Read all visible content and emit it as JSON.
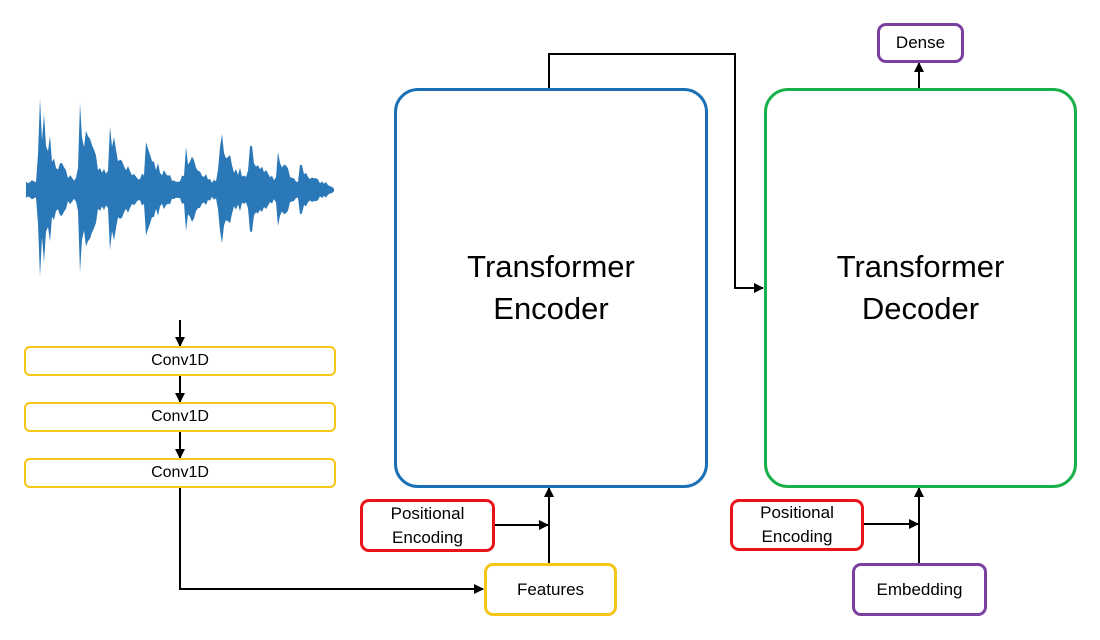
{
  "colors": {
    "waveform": "#2a78b8",
    "conv_border": "#f5c518",
    "positional_border": "#e8141c",
    "encoder_border": "#1a6fb5",
    "decoder_border": "#18b04a",
    "embedding_border": "#7b3fa0",
    "arrows": "#000000"
  },
  "icons": {
    "waveform": "audio-waveform"
  },
  "conv_stack": [
    "Conv1D",
    "Conv1D",
    "Conv1D"
  ],
  "features": "Features",
  "encoder": {
    "line1": "Transformer",
    "line2": "Encoder"
  },
  "decoder": {
    "line1": "Transformer",
    "line2": "Decoder"
  },
  "encoder_positional": {
    "line1": "Positional",
    "line2": "Encoding"
  },
  "decoder_positional": {
    "line1": "Positional",
    "line2": "Encoding"
  },
  "embedding": "Embedding",
  "dense": "Dense"
}
